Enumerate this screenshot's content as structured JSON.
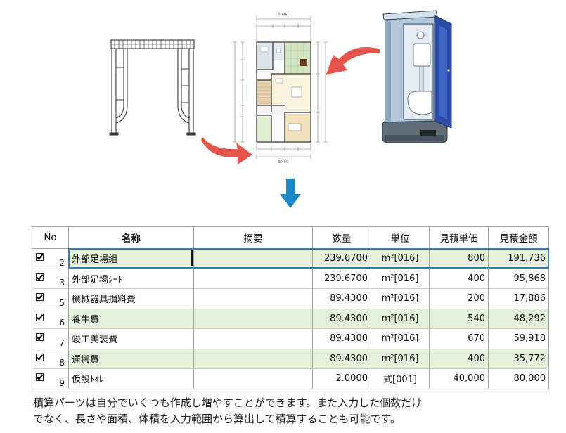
{
  "plan": {
    "dim_top": "5,460",
    "dim_bottom": "5,460"
  },
  "table": {
    "headers": {
      "no": "No",
      "name": "名称",
      "summary": "摘要",
      "qty": "数量",
      "unit": "単位",
      "unit_price": "見積単価",
      "amount": "見積金額"
    },
    "rows": [
      {
        "checked": true,
        "no": "2",
        "name": "外部足場組",
        "summary": "",
        "qty": "239.6700",
        "unit": "m²[016]",
        "unit_price": "800",
        "amount": "191,736",
        "highlighted": true,
        "selected": true
      },
      {
        "checked": true,
        "no": "3",
        "name": "外部足場ｼｰﾄ",
        "summary": "",
        "qty": "239.6700",
        "unit": "m²[016]",
        "unit_price": "400",
        "amount": "95,868",
        "highlighted": false,
        "selected": false
      },
      {
        "checked": true,
        "no": "5",
        "name": "機械器具損料費",
        "summary": "",
        "qty": "89.4300",
        "unit": "m²[016]",
        "unit_price": "200",
        "amount": "17,886",
        "highlighted": false,
        "selected": false
      },
      {
        "checked": true,
        "no": "6",
        "name": "養生費",
        "summary": "",
        "qty": "89.4300",
        "unit": "m²[016]",
        "unit_price": "540",
        "amount": "48,292",
        "highlighted": true,
        "selected": false
      },
      {
        "checked": true,
        "no": "7",
        "name": "竣工美装費",
        "summary": "",
        "qty": "89.4300",
        "unit": "m²[016]",
        "unit_price": "670",
        "amount": "59,918",
        "highlighted": false,
        "selected": false
      },
      {
        "checked": true,
        "no": "8",
        "name": "運搬費",
        "summary": "",
        "qty": "89.4300",
        "unit": "m²[016]",
        "unit_price": "400",
        "amount": "35,772",
        "highlighted": true,
        "selected": false
      },
      {
        "checked": true,
        "no": "9",
        "name": "仮設ﾄｲﾚ",
        "summary": "",
        "qty": "2.0000",
        "unit": "式[001]",
        "unit_price": "40,000",
        "amount": "80,000",
        "highlighted": false,
        "selected": false
      }
    ]
  },
  "caption": {
    "line1": "積算パーツは自分でいくつも作成し増やすことができます。また入力した個数だけ",
    "line2": "でなく、長さや面積、体積を入力範囲から算出して積算することも可能です。"
  },
  "colors": {
    "row_highlight": "#e3f0da",
    "selection_border": "#2f7dc3",
    "arrow_red": "#e4544c",
    "arrow_blue": "#1b87c9"
  },
  "icons": {
    "down_arrow": "arrow-down-icon",
    "checkbox": "checkbox-checked-icon"
  }
}
